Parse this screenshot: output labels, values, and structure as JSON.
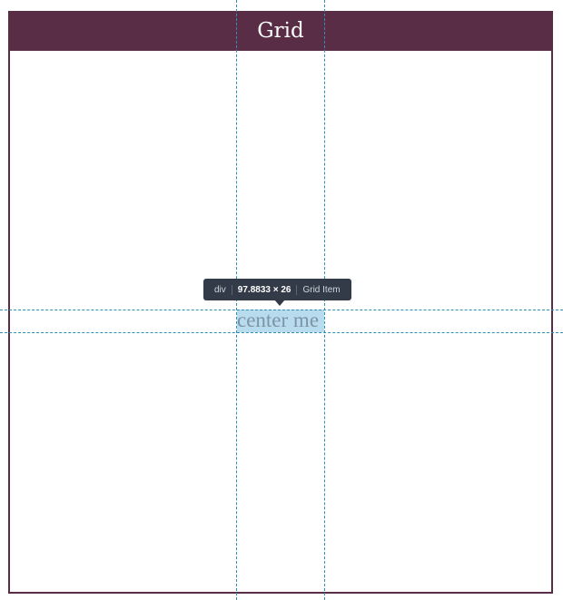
{
  "panel": {
    "title": "Grid",
    "content_text": "center me"
  },
  "inspector": {
    "tag": "div",
    "dimensions": "97.8833 × 26",
    "type": "Grid Item"
  },
  "colors": {
    "header_bg": "#5a2d47",
    "guide": "#2f8fb0",
    "highlight": "#b8dcee",
    "tooltip_bg": "#333b48"
  }
}
